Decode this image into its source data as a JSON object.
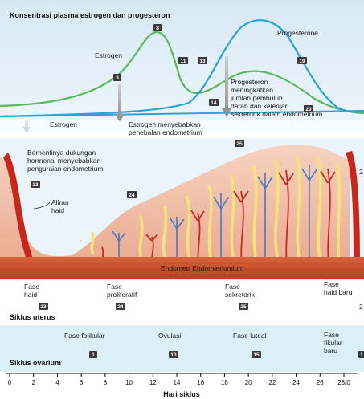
{
  "hormone": {
    "title": "Konsentrasi plasma estrogen dan progesteron",
    "estrogen_label": "Estrogen",
    "progesterone_label": "Progesterone",
    "prog_note": [
      "Progesteron",
      "meningkatkan",
      "jumlah pembuluh",
      "darah dan kelenjar",
      "sekretorik dalam endometrium"
    ],
    "strip_estrogen": "Estrogen",
    "strip_effect": [
      "Estrogen menyebabkan",
      "penebalan endometrium"
    ],
    "badges": {
      "b8": "8",
      "b3": "3",
      "b11": "11",
      "b13": "13",
      "b19": "19",
      "b14": "14",
      "b20": "20"
    },
    "colors": {
      "estrogen": "#5cb85c",
      "progesterone": "#2aa4d6",
      "background": "#e8f3f9"
    }
  },
  "uterus": {
    "note": [
      "Berhentinya  dukungan",
      "hormonal  menyebabkan",
      "penguraian endometrium"
    ],
    "flow_label": [
      "Aliran",
      "haid"
    ],
    "endometrium_label": "Endometr Endometrlumium",
    "badges": {
      "b23": "23",
      "b24": "24",
      "b25": "25",
      "edge": "2"
    }
  },
  "phases_uterus": {
    "items": [
      {
        "label": [
          "Fase",
          "haid"
        ],
        "badge": "23"
      },
      {
        "label": [
          "Fase",
          "proliferatif"
        ],
        "badge": "24"
      },
      {
        "label": [
          "Fase",
          "sekretorik"
        ],
        "badge": "25"
      },
      {
        "label": [
          "Fase",
          "haid baru"
        ],
        "badge": ""
      }
    ],
    "title": "Siklus uterus",
    "edge_badge": "2"
  },
  "phases_ovary": {
    "items": [
      {
        "label": "Fase folikular",
        "badge": "1"
      },
      {
        "label": "Ovulasi",
        "badge": "10"
      },
      {
        "label": "Fase luteal",
        "badge": "15"
      },
      {
        "label": [
          "Fase",
          "fikular",
          "baru"
        ],
        "badge": ""
      }
    ],
    "title": "Siklus ovarium",
    "edge_badge": "1"
  },
  "axis": {
    "ticks": [
      "0",
      "2",
      "4",
      "6",
      "8",
      "10",
      "12",
      "14",
      "16",
      "18",
      "20",
      "22",
      "24",
      "26",
      "28/0"
    ],
    "xlabel": "Hari siklus"
  }
}
